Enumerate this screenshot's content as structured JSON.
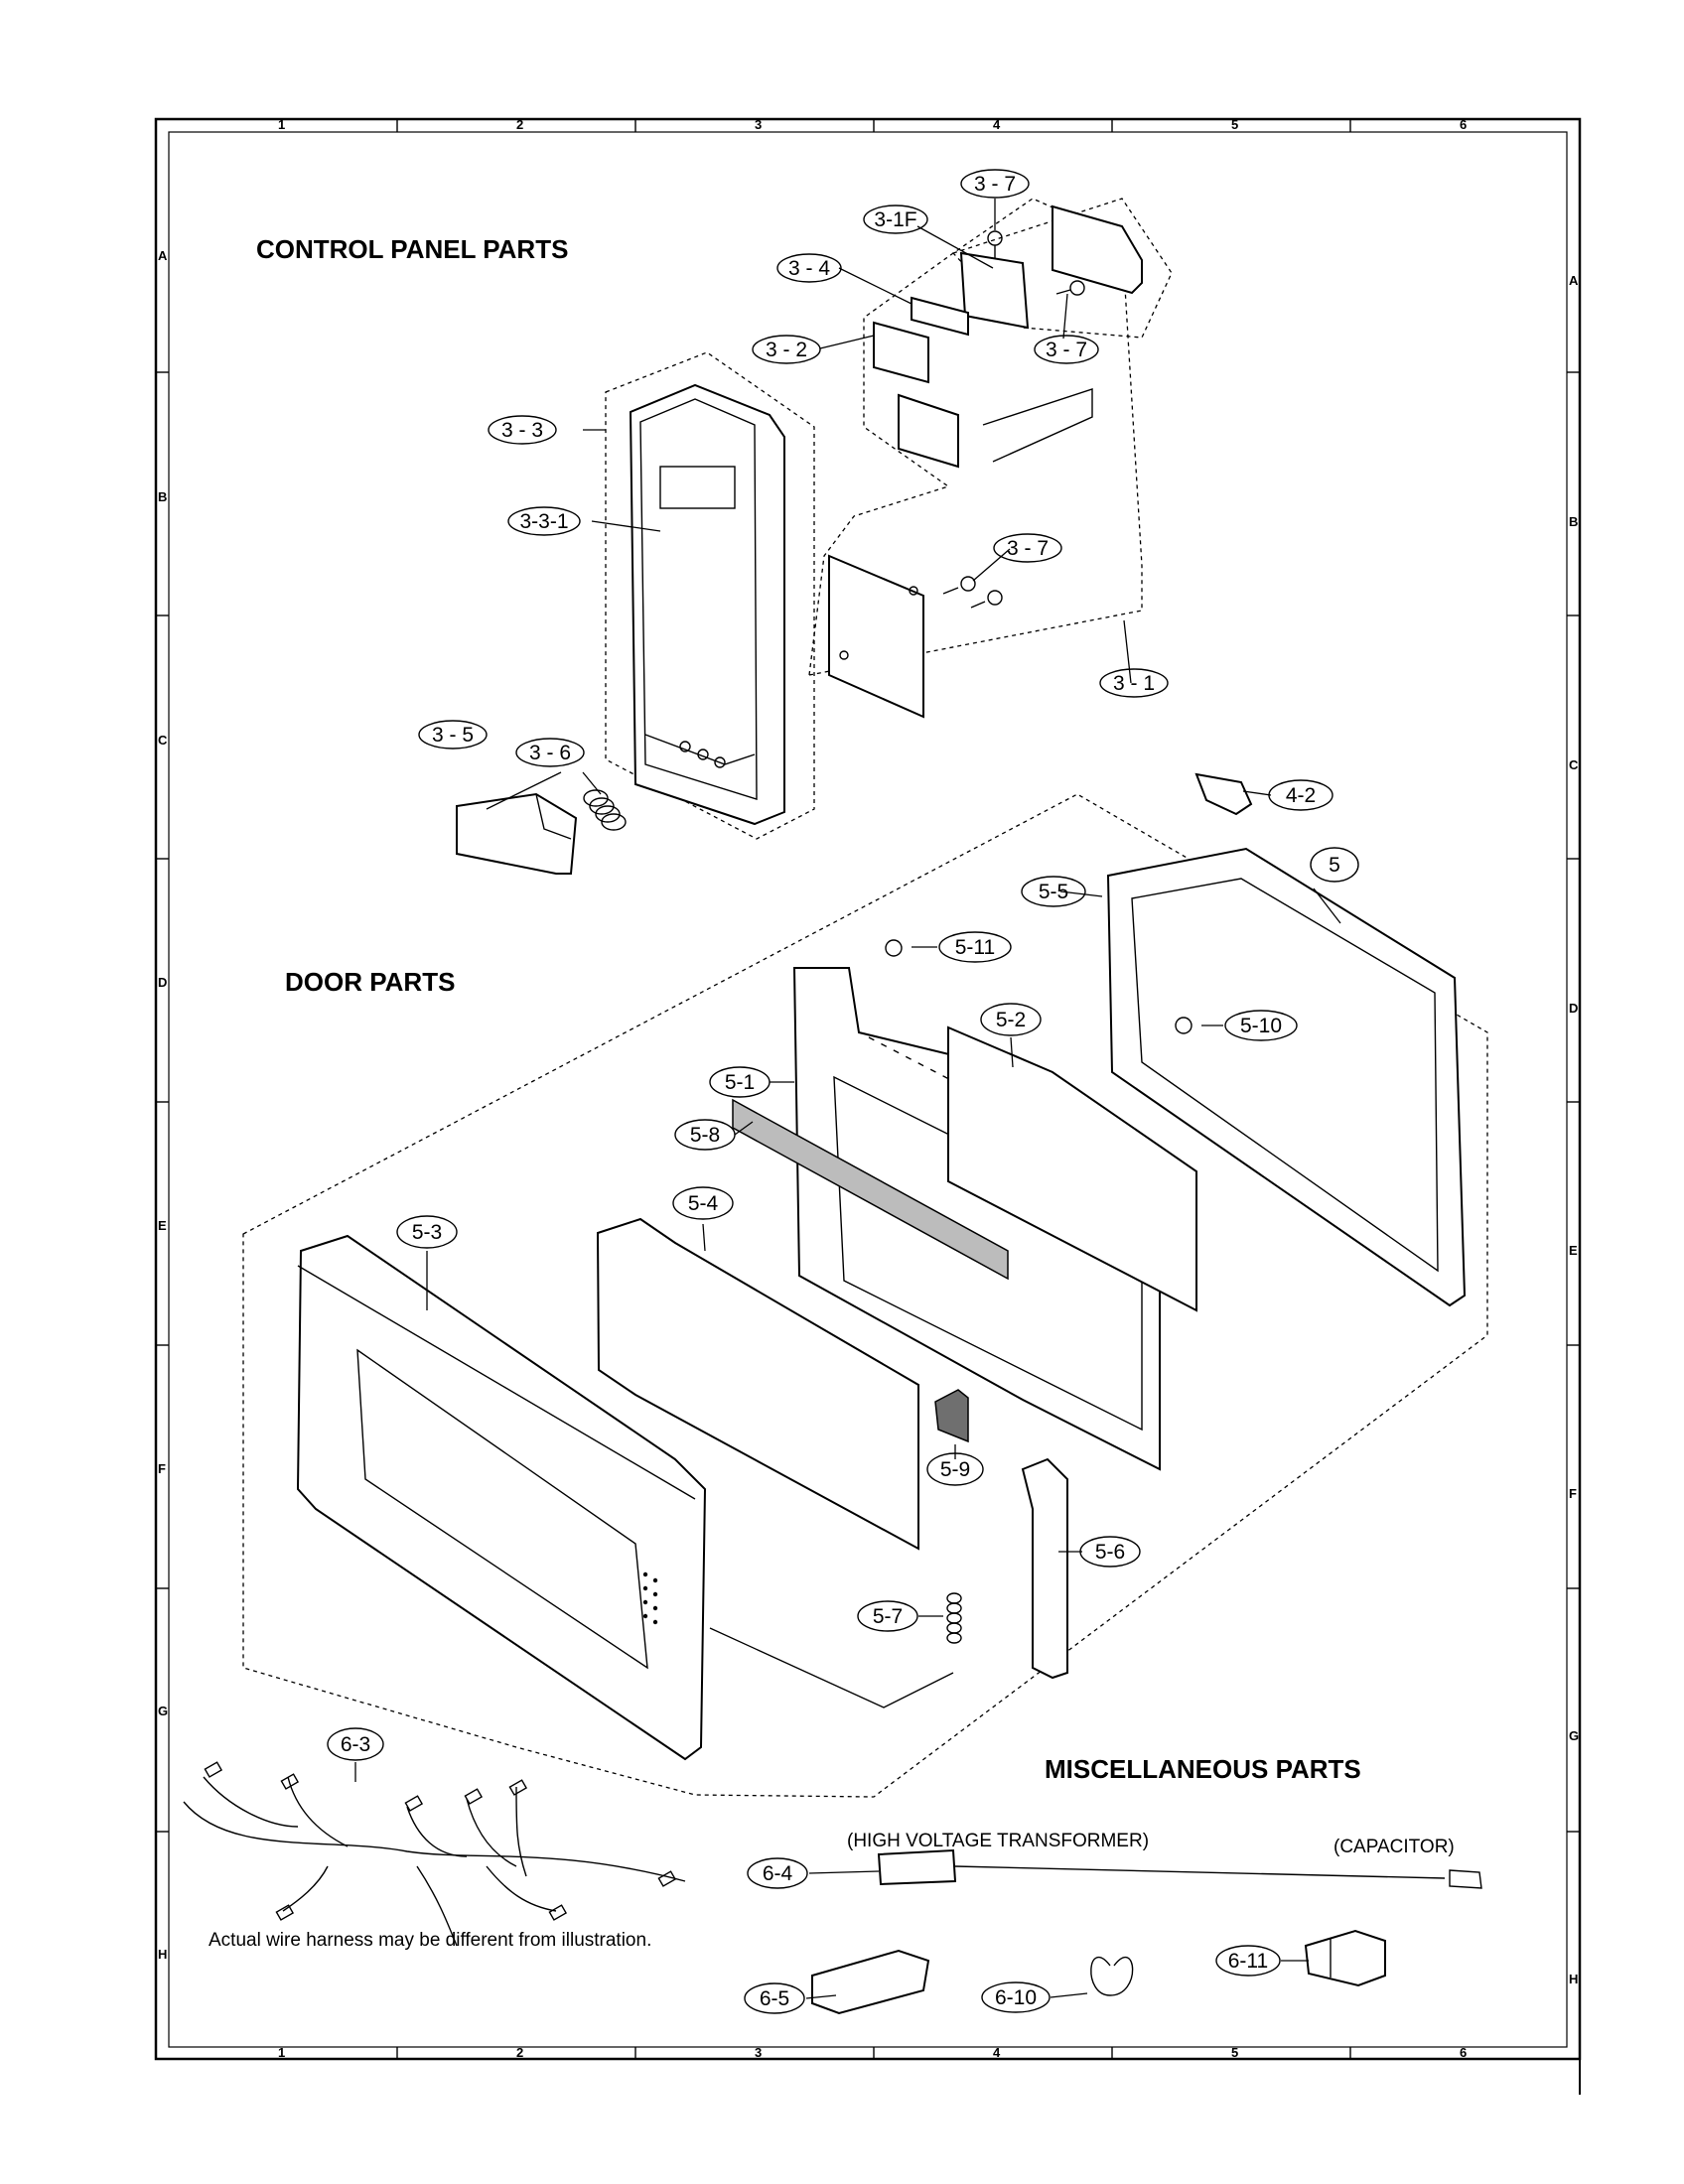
{
  "sections": {
    "control_panel": "CONTROL PANEL PARTS",
    "door": "DOOR PARTS",
    "misc": "MISCELLANEOUS PARTS"
  },
  "captions": {
    "transformer": "(HIGH VOLTAGE TRANSFORMER)",
    "capacitor": "(CAPACITOR)",
    "harness_note": "Actual wire harness may be different from illustration."
  },
  "grid": {
    "columns": [
      "1",
      "2",
      "3",
      "4",
      "5",
      "6"
    ],
    "rows": [
      "A",
      "B",
      "C",
      "D",
      "E",
      "F",
      "G",
      "H"
    ]
  },
  "callouts": {
    "c3_7a": "3 - 7",
    "c3_1f": "3-1F",
    "c3_4": "3 - 4",
    "c3_7b": "3 - 7",
    "c3_2": "3 - 2",
    "c3_3": "3 - 3",
    "c3_3_1": "3-3-1",
    "c3_7c": "3 - 7",
    "c3_1": "3 - 1",
    "c3_5": "3 - 5",
    "c3_6": "3 - 6",
    "c4_2": "4-2",
    "c5": "5",
    "c5_5": "5-5",
    "c5_11": "5-11",
    "c5_2": "5-2",
    "c5_10": "5-10",
    "c5_1": "5-1",
    "c5_8": "5-8",
    "c5_4": "5-4",
    "c5_3": "5-3",
    "c5_9": "5-9",
    "c5_6": "5-6",
    "c5_7": "5-7",
    "c6_3": "6-3",
    "c6_4": "6-4",
    "c6_5": "6-5",
    "c6_10": "6-10",
    "c6_11": "6-11"
  }
}
